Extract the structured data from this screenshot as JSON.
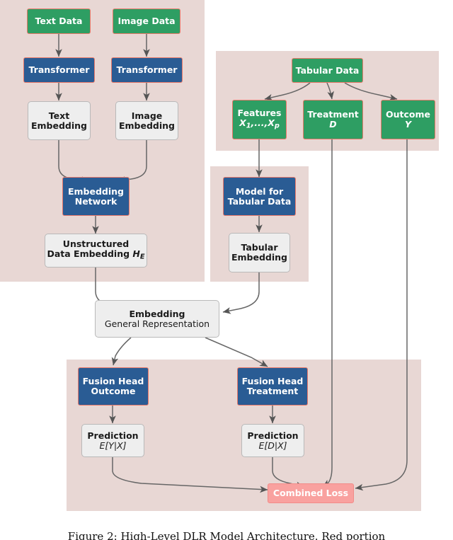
{
  "figure": {
    "caption": "Figure 2:  High-Level DLR Model Architecture.  Red portion",
    "background_color": "#ffffff"
  },
  "palette": {
    "region_pink": "#e8d7d4",
    "data_green": "#2e9e63",
    "model_blue": "#2a5c94",
    "embedding_grey": "#eeeeee",
    "loss_salmon": "#f9a19f",
    "node_border_red": "#e8796a",
    "edge_grey": "#555555"
  },
  "regions": [
    {
      "name": "unstructured-pipeline-region"
    },
    {
      "name": "tabular-data-region"
    },
    {
      "name": "tabular-model-region"
    },
    {
      "name": "fusion-loss-region"
    }
  ],
  "nodes": {
    "text_data": {
      "line1": "Text Data",
      "line2": ""
    },
    "image_data": {
      "line1": "Image Data",
      "line2": ""
    },
    "text_transformer": {
      "line1": "Transformer",
      "line2": ""
    },
    "image_transformer": {
      "line1": "Transformer",
      "line2": ""
    },
    "text_embedding": {
      "line1": "Text",
      "line2": "Embedding"
    },
    "image_embedding": {
      "line1": "Image",
      "line2": "Embedding"
    },
    "embedding_network": {
      "line1": "Embedding",
      "line2": "Network"
    },
    "unstructured_embedding": {
      "line1": "Unstructured",
      "line2": "Data Embedding",
      "symbol": "H",
      "symbol_sub": "E"
    },
    "tabular_data": {
      "line1": "Tabular Data",
      "line2": ""
    },
    "features": {
      "line1": "Features",
      "line2": "X",
      "sub1": "1",
      "mid": ",...,",
      "var2": "X",
      "sub2": "p"
    },
    "treatment": {
      "line1": "Treatment",
      "line2": "D"
    },
    "outcome": {
      "line1": "Outcome",
      "line2": "Y"
    },
    "model_tabular": {
      "line1": "Model for",
      "line2": "Tabular Data"
    },
    "tabular_embedding": {
      "line1": "Tabular",
      "line2": "Embedding"
    },
    "embedding_general": {
      "line1": "Embedding",
      "line2": "General Representation"
    },
    "fusion_head_outcome": {
      "line1": "Fusion Head",
      "line2": "Outcome"
    },
    "fusion_head_treatment": {
      "line1": "Fusion Head",
      "line2": "Treatment"
    },
    "prediction_outcome": {
      "line1": "Prediction",
      "line2": "E[Y|X]"
    },
    "prediction_treatment": {
      "line1": "Prediction",
      "line2": "E[D|X]"
    },
    "combined_loss": {
      "line1": "Combined Loss",
      "line2": ""
    }
  },
  "edges": [
    {
      "from": "text_data",
      "to": "text_transformer"
    },
    {
      "from": "image_data",
      "to": "image_transformer"
    },
    {
      "from": "text_transformer",
      "to": "text_embedding"
    },
    {
      "from": "image_transformer",
      "to": "image_embedding"
    },
    {
      "from": "text_embedding",
      "to": "embedding_network"
    },
    {
      "from": "image_embedding",
      "to": "embedding_network"
    },
    {
      "from": "embedding_network",
      "to": "unstructured_embedding"
    },
    {
      "from": "tabular_data",
      "to": "features"
    },
    {
      "from": "tabular_data",
      "to": "treatment"
    },
    {
      "from": "tabular_data",
      "to": "outcome"
    },
    {
      "from": "features",
      "to": "model_tabular"
    },
    {
      "from": "model_tabular",
      "to": "tabular_embedding"
    },
    {
      "from": "unstructured_embedding",
      "to": "embedding_general"
    },
    {
      "from": "tabular_embedding",
      "to": "embedding_general"
    },
    {
      "from": "embedding_general",
      "to": "fusion_head_outcome"
    },
    {
      "from": "embedding_general",
      "to": "fusion_head_treatment"
    },
    {
      "from": "fusion_head_outcome",
      "to": "prediction_outcome"
    },
    {
      "from": "fusion_head_treatment",
      "to": "prediction_treatment"
    },
    {
      "from": "prediction_outcome",
      "to": "combined_loss"
    },
    {
      "from": "prediction_treatment",
      "to": "combined_loss"
    },
    {
      "from": "treatment",
      "to": "combined_loss"
    },
    {
      "from": "outcome",
      "to": "combined_loss"
    }
  ]
}
